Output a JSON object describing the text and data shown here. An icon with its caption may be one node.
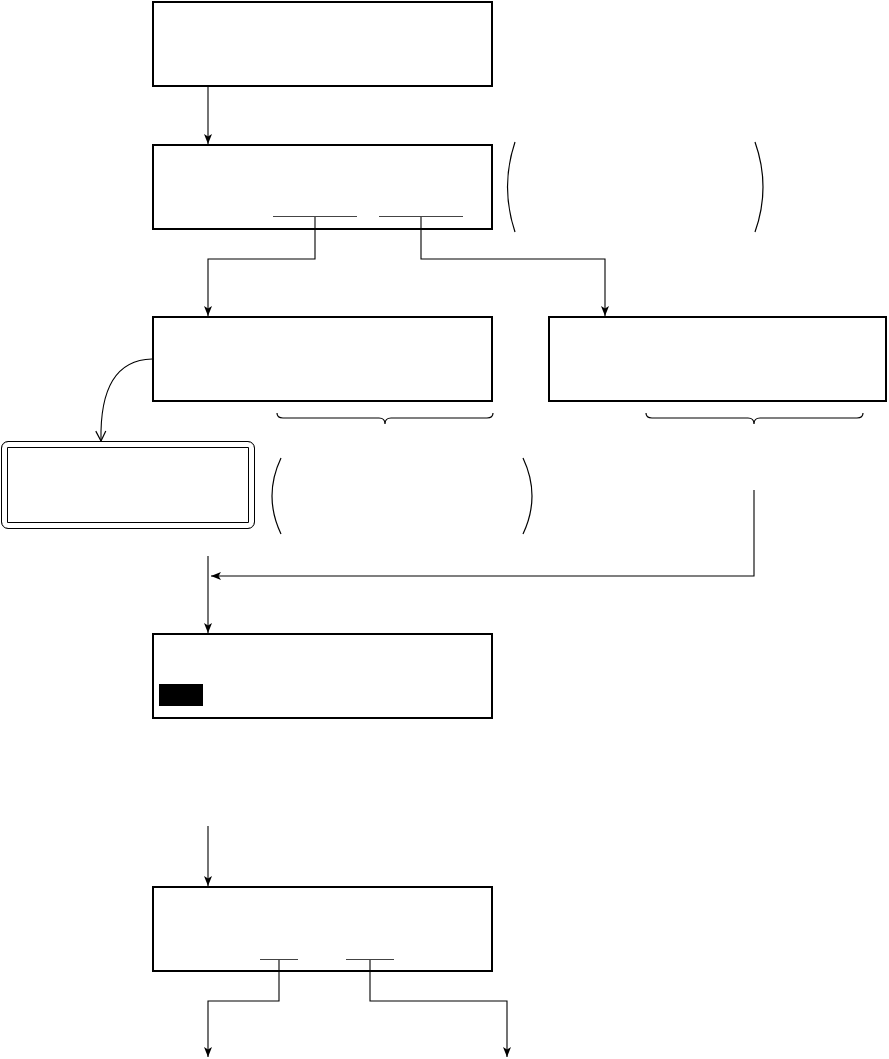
{
  "diagram": {
    "nodes": [
      {
        "text": [],
        "shape": "box"
      },
      {
        "text": [],
        "shape": "box"
      },
      {
        "text": [],
        "shape": "line",
        "in": 1
      },
      {
        "text": [],
        "shape": "line",
        "in": 1
      },
      {
        "text": [],
        "shape": "box"
      },
      {
        "text": [],
        "shape": "box"
      },
      {
        "text": [],
        "shape": "frame"
      },
      {
        "text": [],
        "shape": "box"
      },
      {
        "text": [],
        "shape": "box"
      },
      {
        "text": [],
        "shape": "line",
        "in": 8
      },
      {
        "text": [],
        "shape": "line",
        "in": 8
      }
    ],
    "edges": [
      {
        "from": 0,
        "to": 1,
        "arrow": "to"
      },
      {
        "from": 2,
        "to": 4,
        "arrow": "to"
      },
      {
        "from": 3,
        "to": 5,
        "arrow": "to"
      },
      {
        "from": 4,
        "to": 6,
        "arrow": "to"
      },
      {
        "from": null,
        "to": 7,
        "arrow": "to"
      },
      {
        "from": null,
        "to": 7,
        "arrow": "to"
      },
      {
        "from": null,
        "to": 8,
        "arrow": "to"
      },
      {
        "from": 9,
        "to": null,
        "arrow": "to"
      },
      {
        "from": 10,
        "to": null,
        "arrow": "to"
      }
    ]
  }
}
